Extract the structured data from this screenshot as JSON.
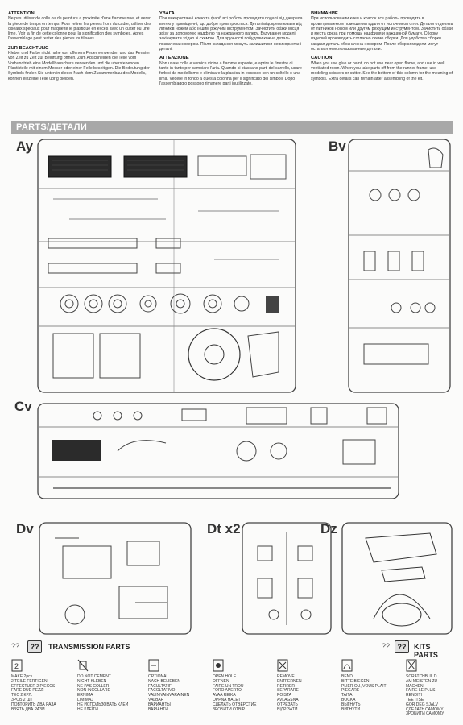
{
  "notes": {
    "col1": [
      {
        "heading": "ATTENTION",
        "text": "Ne pas utiliser de colle ou de peinture a proximite d'une flamme nue, et aerer la piece de temps en temps. Pour retirer les pieces hors du cadre, utiliser des ciseaux speciaux pour maquette le plastique en exces avec un cutter ou une lime. Voir la fin de cette colonne pour la signification des symboles. Apres l'assemblage peut rester des pieces inutilisees."
      },
      {
        "heading": "ZUR BEACHTUNG",
        "text": "Kleber und Farbe nicht nahe von offenem Feuer verwenden und das Fenster von Zeit zu Zeit zur Beluftung offnen. Zum Abschneiden die Teile vom Vorbundtrieb eine Modellbauschere verwenden und die uberstehenden Plastikteile mit einem Messer oder einer Feile beseitigen. Die Bedeutung der Symbols finden Sie unten in dieser Nach dem Zusammenbau des Modells, konnen einzelne Teile ubrig bleiben."
      }
    ],
    "col2": [
      {
        "heading": "УВАГА",
        "text": "При використанні клею та фарб всі роботи проводити подалі від джерела вогню у приміщенні, що добре провітрюється. Деталі відокремлювати від літників ножем або іншим ріжучим інструментом. Зачистити обзки місця зрізу за допомогою надфілю та наждачного паперу. Будування моделі закінчувати згідно зі схемою. Для зручності побудови кожна деталь позначена номером. Після складання можуть залишитися невикористані деталі."
      },
      {
        "heading": "ATTENZIONE",
        "text": "Non usare colla e vernice vicino a fiamme esposte, e aprire le finestre di tanto in tanto per cambiare l'aria. Quando si staccano parti del carrello, usare forbici da modellismo e eliminare la plastica in eccesso con un coltello o una lima. Vedere in fondo a questa colonna per il significato dei simboli. Dopo l'assemblaggio possono rimanere parti inutilizzate."
      }
    ],
    "col3": [
      {
        "heading": "ВНИМАНИЕ",
        "text": "При использовании клея и красок все работы проводить в проветриваемом помещении вдали от источников огня. Детали отделять от литников ножом или другим режущим инструментом. Зачистить обзки и места среза при помощи надфиля и наждачной бумаги. Сборку изделий производить согласно схеме сборки. Для удобства сборки каждая деталь обозначена номером. После сборки модели могут остаться неиспользованные детали."
      },
      {
        "heading": "CAUTION",
        "text": "When you use glue or paint, do not use near open flame, and use in well ventilated room. When you take parts off from the runner frame, use modeling scissors or cutter. See the bottom of this column for the meaning of symbols. Extra details can remain after assembling of the kit."
      }
    ]
  },
  "parts_header": "PARTS/ДЕТАЛИ",
  "sprues": {
    "ay": "Ay",
    "bv": "Bv",
    "cv": "Cv",
    "dv": "Dv",
    "dt": "Dt x2",
    "dz": "Dz"
  },
  "legend": {
    "q1": "??",
    "q2": "??",
    "transmission": "TRANSMISSION PARTS",
    "q3": "??",
    "q4": "??",
    "kits": "KITS PARTS"
  },
  "icons": [
    {
      "name": "make-2pcs-icon",
      "lines": [
        "MAKE 2pcs",
        "2 TEILE FERTIGEN",
        "EFFECTUER 2 PIECCS",
        "FARE DUE PEZZI",
        "ТЕС 2 КРЛ.",
        "ЗРОБ 2 ШТ",
        "ПОВТОРИТЬ ДВА РАЗА",
        "ВЗЯТЬ ДВА РАЗИ"
      ]
    },
    {
      "name": "do-not-cement-icon",
      "lines": [
        "DO NOT CEMENT",
        "NICHT KLEBEN",
        "NE PAS COLLER",
        "NON INCOLLARE",
        "ERNIMA",
        "LIMIMAJ",
        "НЕ ИСПОЛЬЗОВАТЬ КЛЕЙ",
        "НЕ КЛЕЇТИ"
      ]
    },
    {
      "name": "optional-icon",
      "lines": [
        "OPTIONAL",
        "NACH BELIEBEN",
        "FACULTATIF",
        "FACOLTATIVO",
        "VALINNAINVARAINEN",
        "VALBAR",
        "ВАРИАНТЫ",
        "ВАРІАНТИ"
      ]
    },
    {
      "name": "open-hole-icon",
      "lines": [
        "OPEN HOLE",
        "OFFNEN",
        "FAIRE UN TROU",
        "FORO APERTO",
        "AVAA REIKA",
        "OPPNA HALET",
        "СДЕЛАТЬ ОТВЕРСТИЕ",
        "ЗРОБИТИ ОТВІР"
      ]
    },
    {
      "name": "remove-icon",
      "lines": [
        "REMOVE",
        "ENTFERNEN",
        "RETIRER",
        "SEPARARE",
        "POISTA",
        "AVLAGSNA",
        "ОТРЕЗАТЬ",
        "ВІДРІЗАТИ"
      ]
    },
    {
      "name": "bend-icon",
      "lines": [
        "BEND",
        "BITTE BIEGEN",
        "PLIER OU, VOUS PLAIT",
        "PIEGARE",
        "TAITA",
        "BOCKA",
        "ВЫГНУТЬ",
        "ВИГНУТИ"
      ]
    },
    {
      "name": "scratchbuild-icon",
      "lines": [
        "SCRATCHBUILD",
        "AM MEISTEN ZU MACHEN",
        "FAIRE LE PLUS",
        "RENDITI",
        "TEE ITSE",
        "GOR DEG SJALV",
        "СДЕЛАТЬ САМОМУ",
        "ЗРОБИТИ САМОМУ"
      ]
    }
  ]
}
